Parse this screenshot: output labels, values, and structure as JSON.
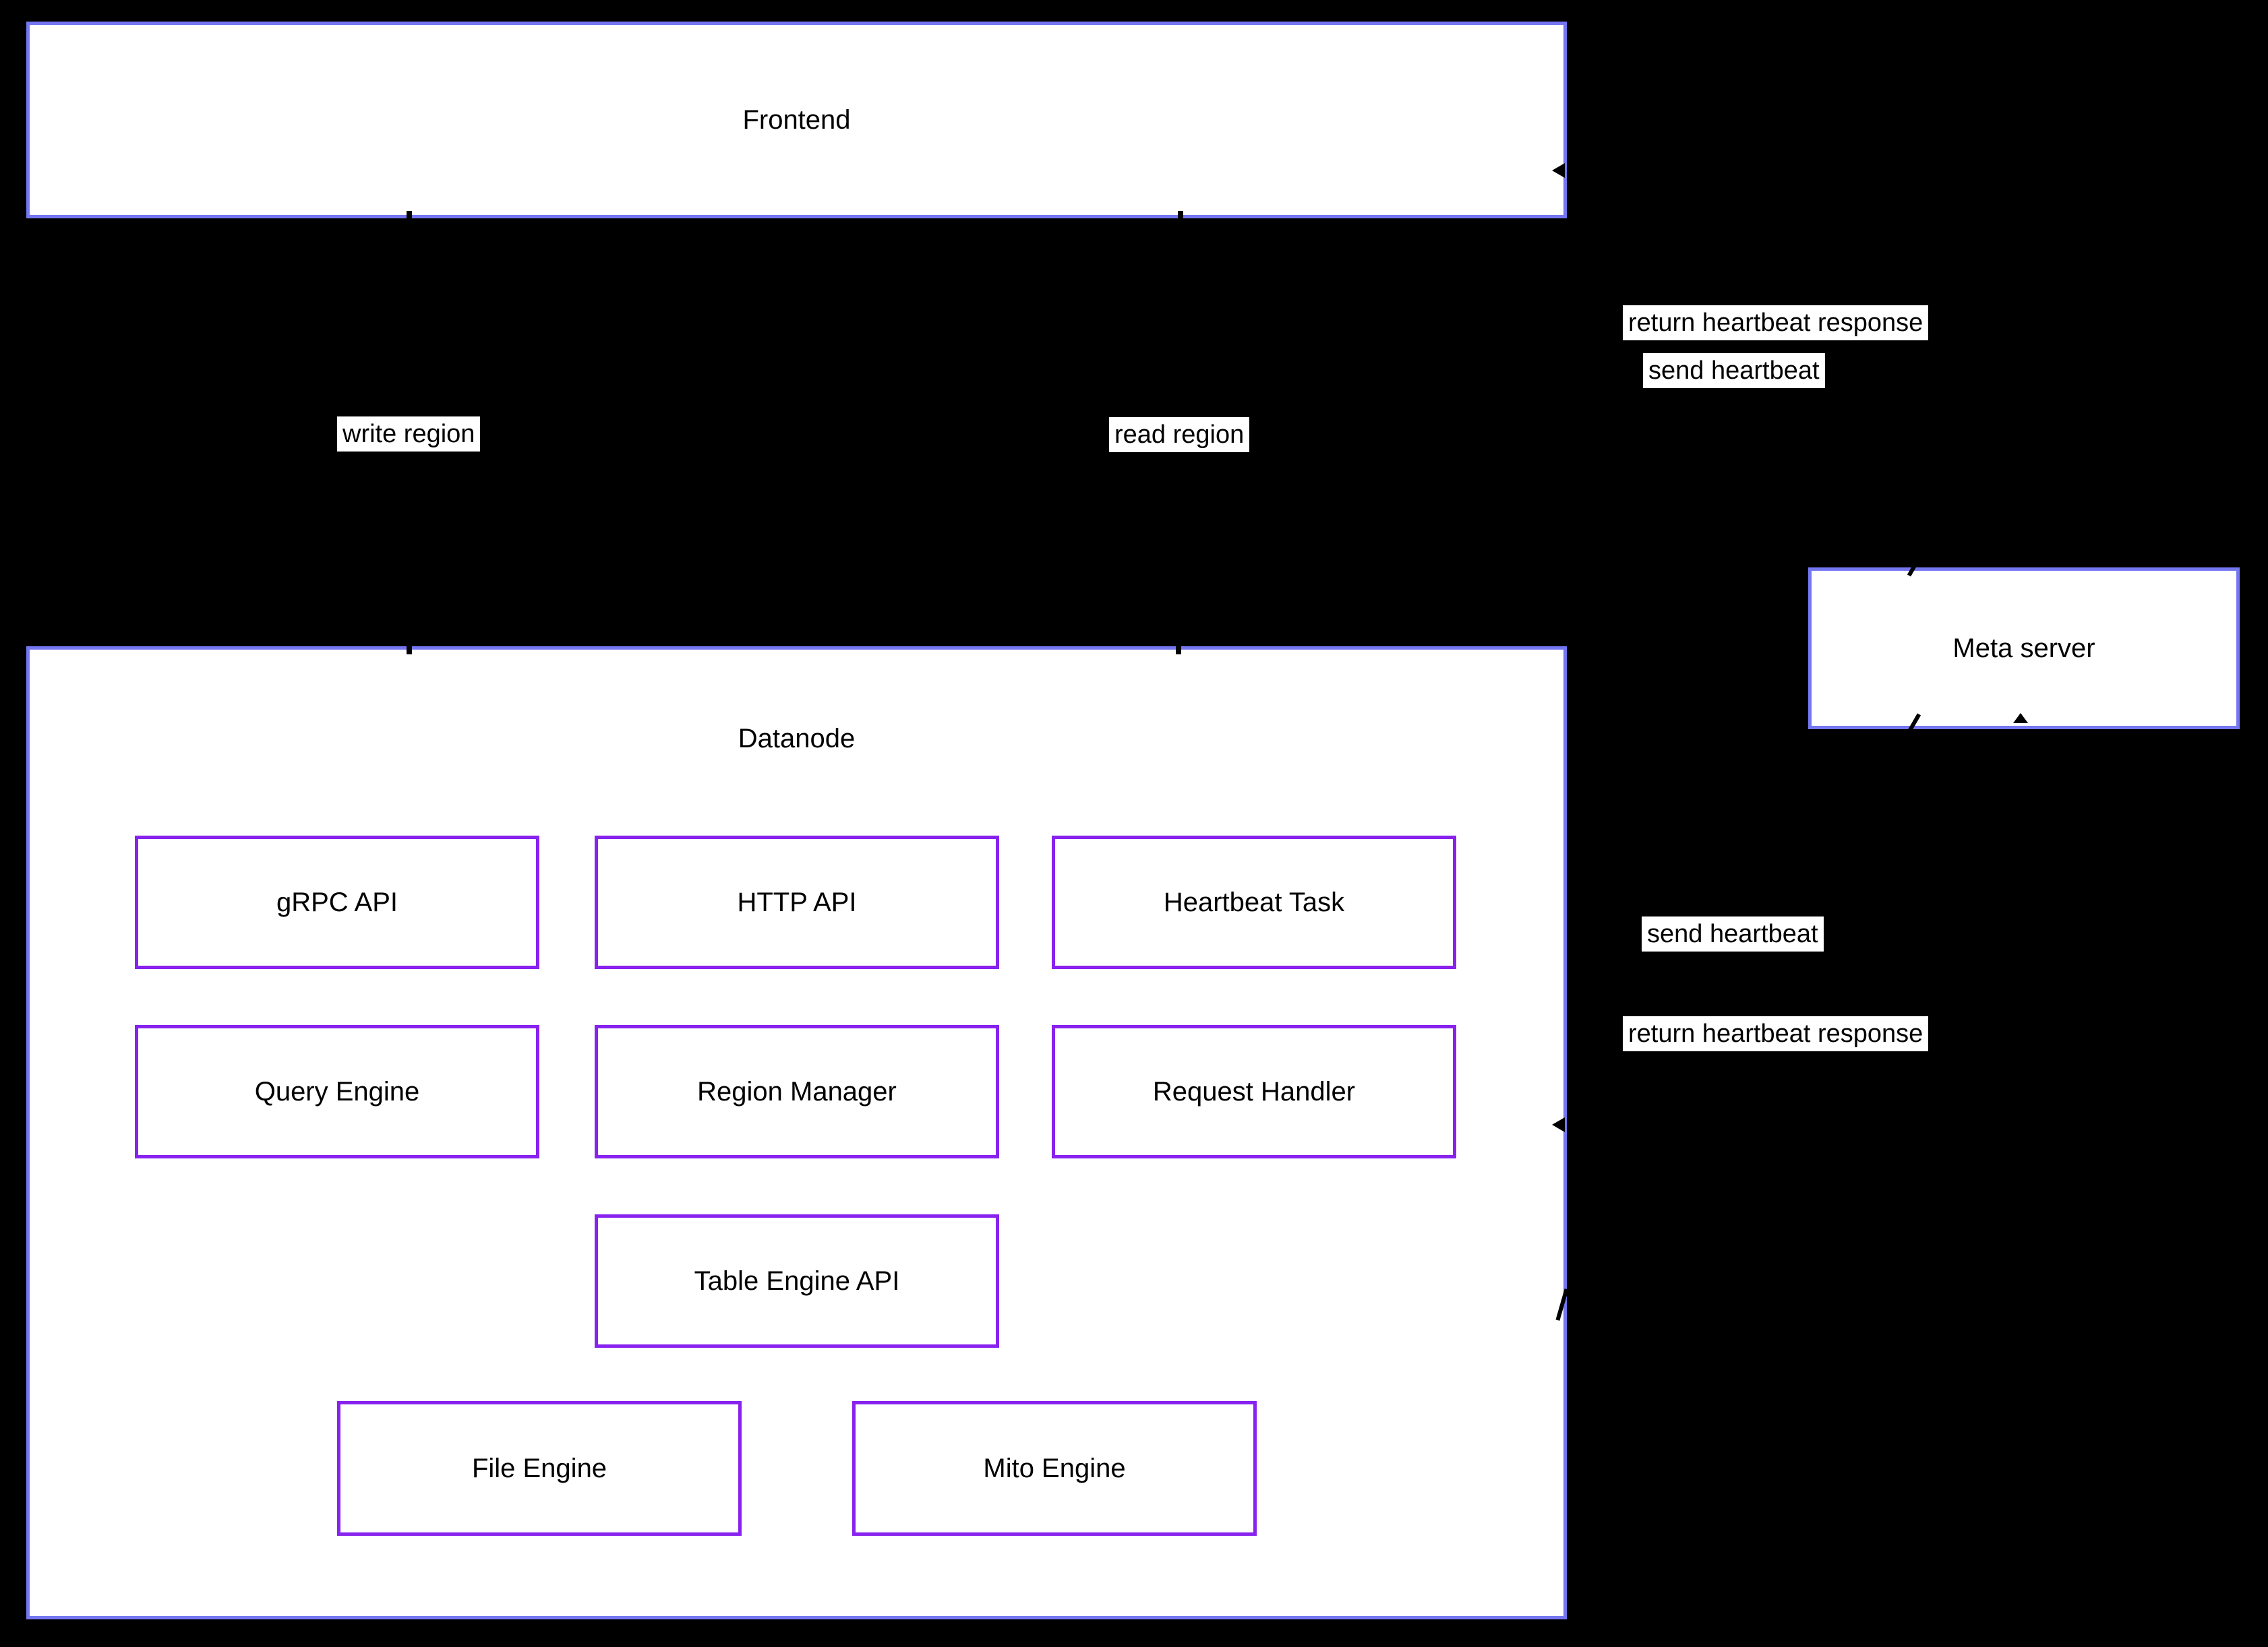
{
  "nodes": {
    "frontend": {
      "label": "Frontend"
    },
    "datanode": {
      "label": "Datanode"
    },
    "meta_server": {
      "label": "Meta server"
    },
    "components": [
      {
        "label": "gRPC API"
      },
      {
        "label": "HTTP API"
      },
      {
        "label": "Heartbeat Task"
      },
      {
        "label": "Query Engine"
      },
      {
        "label": "Region Manager"
      },
      {
        "label": "Request Handler"
      },
      {
        "label": "Table Engine API"
      },
      {
        "label": "File Engine"
      },
      {
        "label": "Mito Engine"
      }
    ]
  },
  "edge_labels": {
    "write_region": "write region",
    "read_region": "read region",
    "frontend_return_heartbeat": "return heartbeat response",
    "frontend_send_heartbeat": "send heartbeat",
    "datanode_send_heartbeat": "send heartbeat",
    "datanode_return_heartbeat": "return heartbeat response"
  },
  "colors": {
    "background": "#000000",
    "outer_box_border": "#7577f2",
    "inner_box_border": "#8822ee",
    "box_fill": "#ffffff",
    "text": "#000000",
    "edge_label_bg": "#ffffff"
  }
}
